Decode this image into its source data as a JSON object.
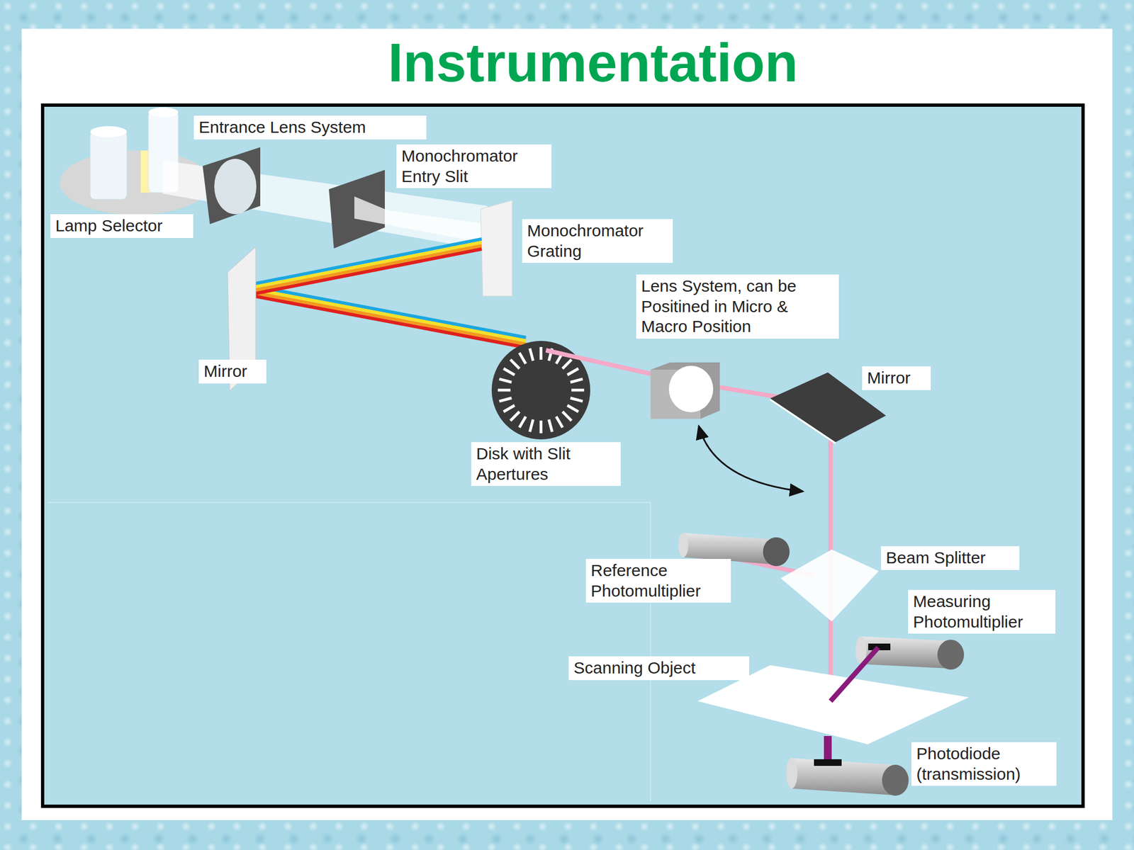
{
  "diagram": {
    "title": "Instrumentation",
    "nodes": [
      {
        "text": [
          "Entrance Lens System"
        ]
      },
      {
        "text": [
          "Monochromator Entry Slit"
        ]
      },
      {
        "text": [
          "Lamp Selector"
        ]
      },
      {
        "text": [
          "Monochromator Grating"
        ]
      },
      {
        "text": [
          "Lens System, can be Positined in Micro & Macro Position"
        ]
      },
      {
        "text": [
          "Mirror"
        ]
      },
      {
        "text": [
          "Mirror"
        ]
      },
      {
        "text": [
          "Disk with Slit Apertures"
        ]
      },
      {
        "text": [
          "Beam Splitter"
        ]
      },
      {
        "text": [
          "Reference Photomultiplier"
        ]
      },
      {
        "text": [
          "Measuring Photomultiplier"
        ]
      },
      {
        "text": [
          "Scanning Object"
        ]
      },
      {
        "text": [
          "Photodiode (transmission)"
        ]
      }
    ]
  }
}
